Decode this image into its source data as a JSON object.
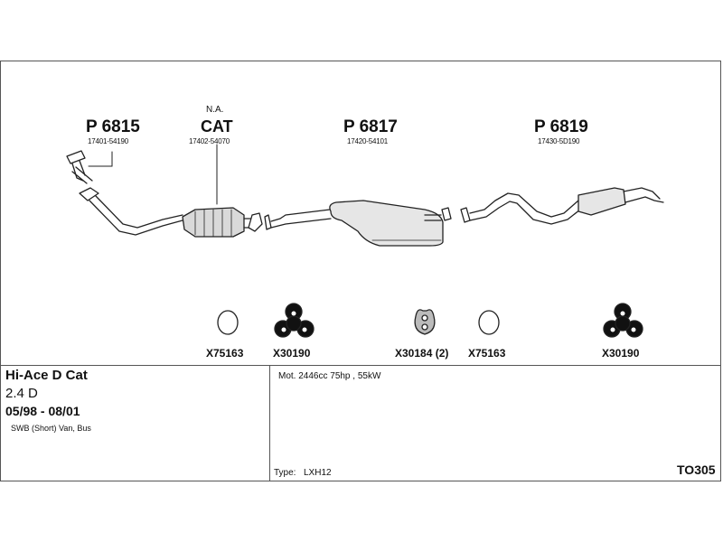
{
  "parts": [
    {
      "code": "P 6815",
      "number": "17401-54190"
    },
    {
      "code": "CAT",
      "number": "17402-54070",
      "note": "N.A."
    },
    {
      "code": "P 6817",
      "number": "17420-54101"
    },
    {
      "code": "P 6819",
      "number": "17430-5D190"
    }
  ],
  "fittings": [
    {
      "code": "X75163",
      "shape": "ring"
    },
    {
      "code": "X30190",
      "shape": "trefoil-mount"
    },
    {
      "code": "X30184 (2)",
      "shape": "hanger"
    },
    {
      "code": "X75163",
      "shape": "ring"
    },
    {
      "code": "X30190",
      "shape": "trefoil-mount"
    }
  ],
  "vehicle": {
    "model": "Hi-Ace D Cat",
    "engine": "2.4 D",
    "years": "05/98 - 08/01",
    "body": "SWB (Short) Van, Bus"
  },
  "specs": {
    "motor": "Mot. 2446cc 75hp , 55kW",
    "type_label": "Type:",
    "type_value": "LXH12"
  },
  "diagram_code": "TO305"
}
